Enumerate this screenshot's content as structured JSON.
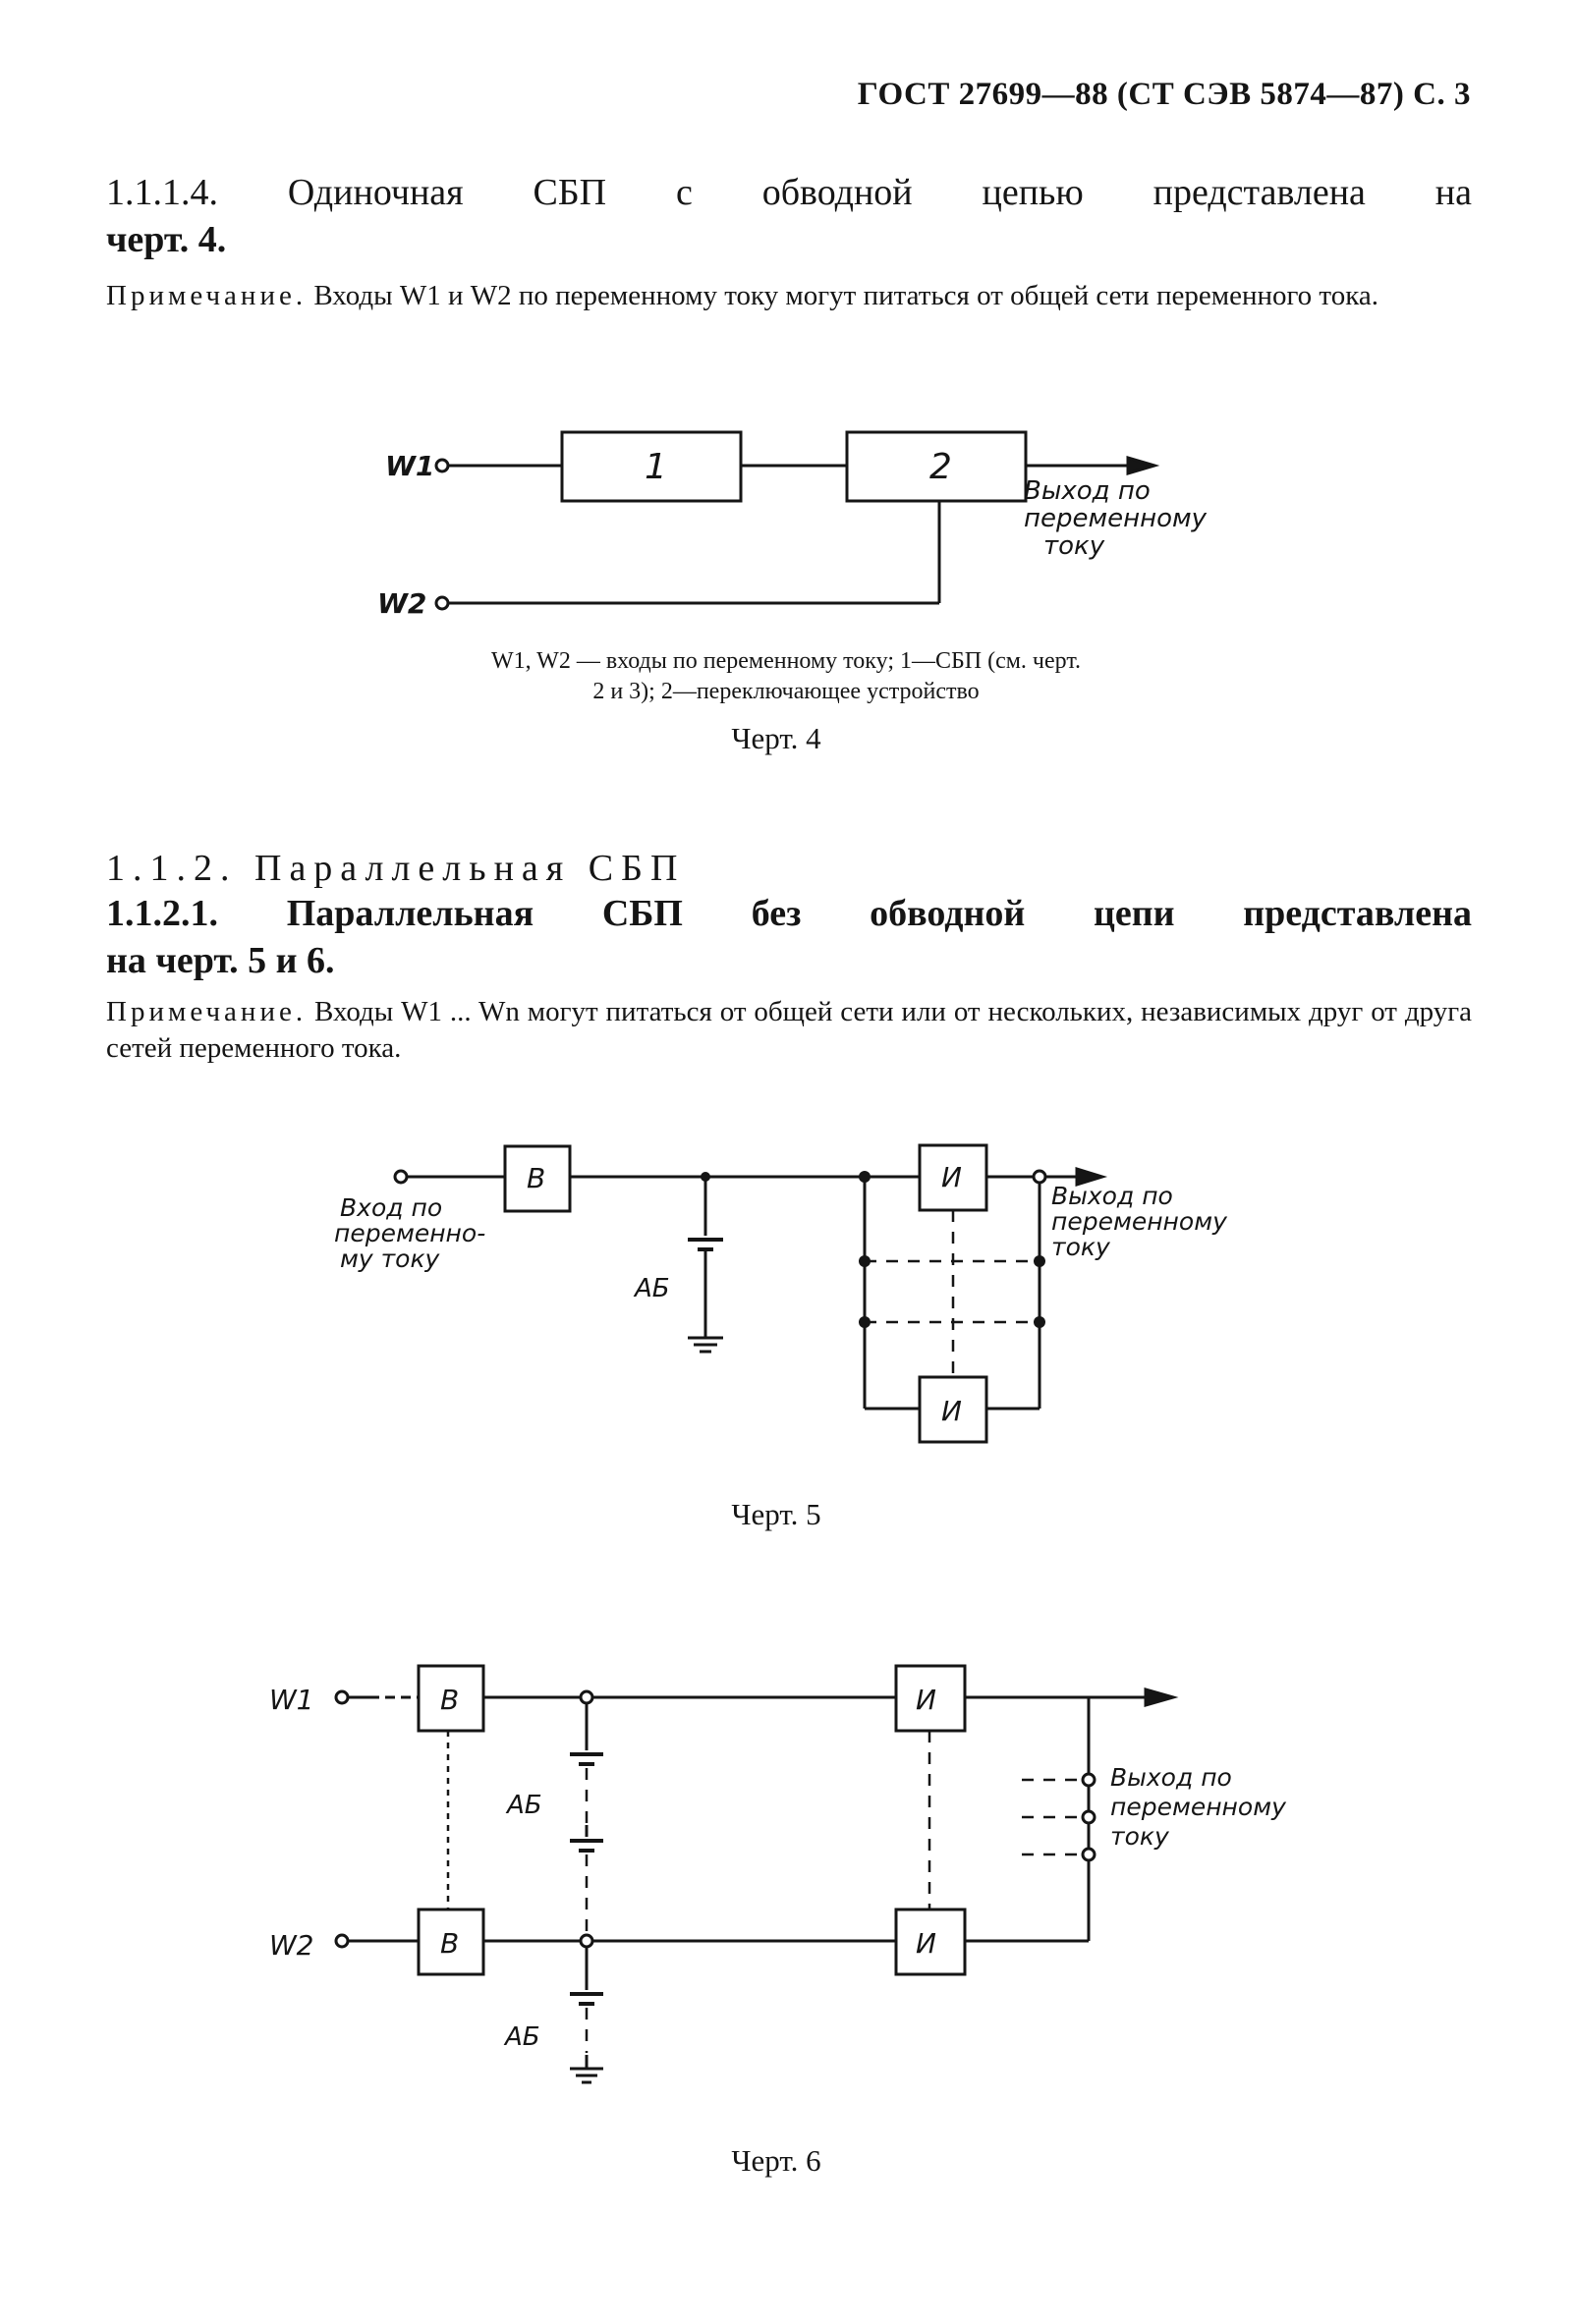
{
  "header": "ГОСТ 27699—88 (СТ СЭВ 5874—87) С. 3",
  "s1114": {
    "line1": "1.1.1.4. Одиночная СБП с обводной цепью представлена на",
    "line2": "черт. 4."
  },
  "note1": {
    "label": "Примечание.",
    "text": "Входы W1 и W2 по переменному току могут питаться от общей сети переменного тока."
  },
  "fig4": {
    "input1": "W1",
    "input2": "W2",
    "block1": "1",
    "block2": "2",
    "output": [
      "Выход по",
      "переменному",
      "току"
    ],
    "legend_line1": "W1, W2 — входы по переменному току; 1—СБП (см. черт.",
    "legend_line2": "2 и 3); 2—переключающее устройство",
    "caption": "Черт. 4"
  },
  "s112": "1.1.2. Параллельная СБП",
  "s1121": {
    "line1": "1.1.2.1. Параллельная СБП без обводной цепи представлена",
    "line2": "на черт. 5 и 6."
  },
  "note2": {
    "label": "Примечание.",
    "text": "Входы W1 ... Wn могут питаться от общей сети или от нескольких, независимых друг от друга сетей переменного тока."
  },
  "fig5": {
    "input": [
      "Вход по",
      "переменно-",
      "му току"
    ],
    "rectifier": "В",
    "inverter_top": "И",
    "inverter_bottom": "И",
    "battery": "АБ",
    "output": [
      "Выход по",
      "переменному",
      "току"
    ],
    "caption": "Черт. 5"
  },
  "fig6": {
    "input1": "W1",
    "input2": "W2",
    "rectifier1": "В",
    "rectifier2": "В",
    "inverter1": "И",
    "inverter2": "И",
    "battery1": "АБ",
    "battery2": "АБ",
    "output": [
      "Выход по",
      "переменному",
      "току"
    ],
    "caption": "Черт. 6"
  }
}
